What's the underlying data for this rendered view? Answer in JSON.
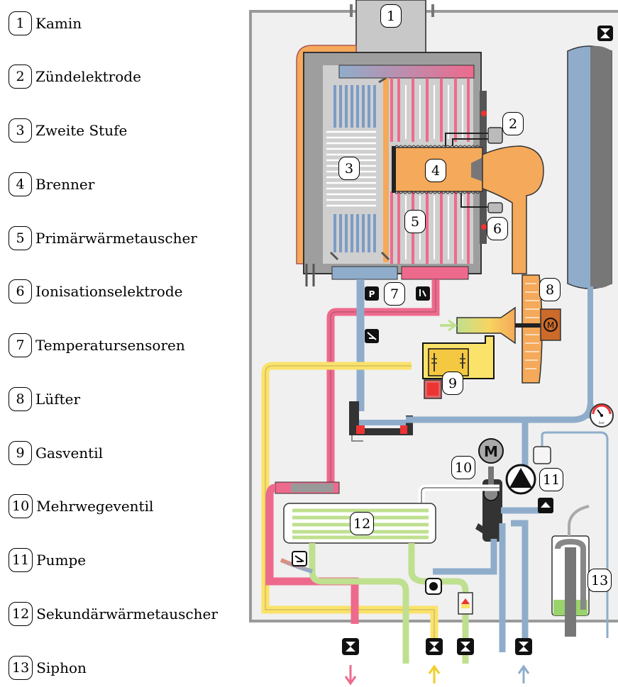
{
  "legend": [
    {
      "num": "1",
      "label": "Kamin"
    },
    {
      "num": "2",
      "label": "Zündelektrode"
    },
    {
      "num": "3",
      "label": "Zweite Stufe"
    },
    {
      "num": "4",
      "label": "Brenner"
    },
    {
      "num": "5",
      "label": "Primärwärmetauscher"
    },
    {
      "num": "6",
      "label": "Ionisationselektrode"
    },
    {
      "num": "7",
      "label": "Temperatursensoren"
    },
    {
      "num": "8",
      "label": "Lüfter"
    },
    {
      "num": "9",
      "label": "Gasventil"
    },
    {
      "num": "10",
      "label": "Mehrwegeventil"
    },
    {
      "num": "11",
      "label": "Pumpe"
    },
    {
      "num": "12",
      "label": "Sekundärwärmetauscher"
    },
    {
      "num": "13",
      "label": "Siphon"
    }
  ],
  "tags": {
    "t1": "1",
    "t2": "2",
    "t3": "3",
    "t4": "4",
    "t5": "5",
    "t6": "6",
    "t7": "7",
    "t8": "8",
    "t9": "9",
    "t10": "10",
    "t11": "11",
    "t12": "12",
    "t13": "13"
  },
  "icons": {
    "motor_label": "M",
    "fan_motor_label": "M",
    "pressure_sensor_label": "P",
    "gauge_unit": "bar"
  },
  "colors": {
    "hot": "#ee6a8c",
    "cold": "#8fadcb",
    "gas": "#fbe26a",
    "drinking_water": "#bfe08f",
    "flue_and_burner": "#f5a95a",
    "housing": "#f0f0f0"
  }
}
